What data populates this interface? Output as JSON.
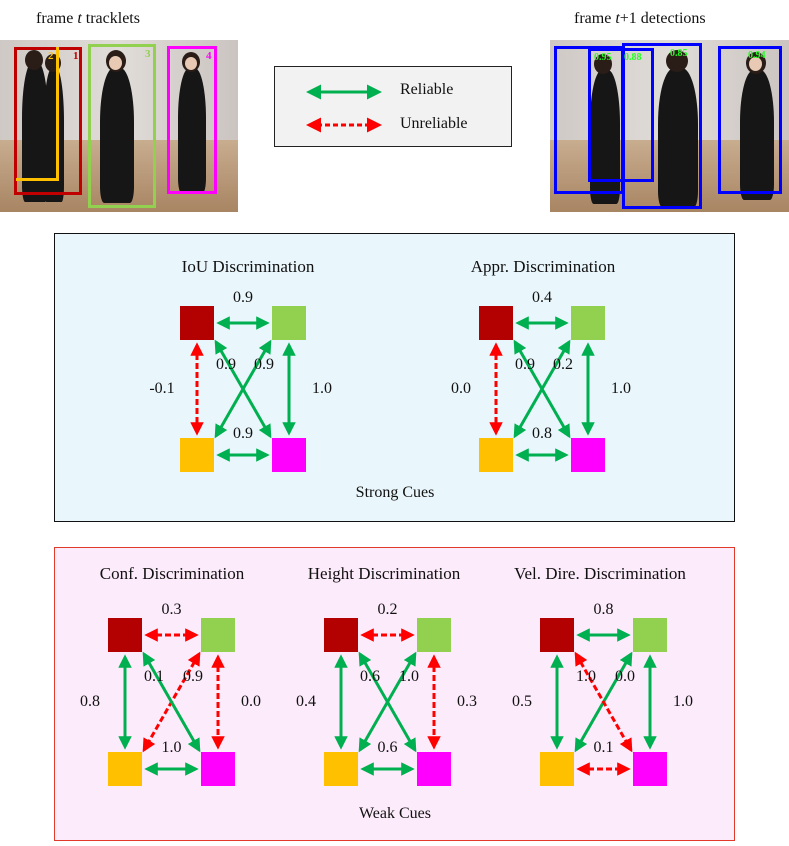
{
  "captions": {
    "left_prefix": "frame",
    "left_var": "t",
    "left_suffix": "tracklets",
    "right_prefix": "frame",
    "right_var": "t",
    "right_suffix": "+1 detections"
  },
  "tracklet_ids": [
    "1",
    "2",
    "3",
    "4"
  ],
  "detection_scores": [
    "0.95",
    "0.88",
    "0.85",
    "0.94"
  ],
  "legend": {
    "reliable": "Reliable",
    "unreliable": "Unreliable"
  },
  "colors": {
    "node_red": "#b30000",
    "node_green": "#92d050",
    "node_orange": "#ffc000",
    "node_magenta": "#ff00ff",
    "reliable": "#00b050",
    "unreliable": "#ff0000",
    "detection_box": "#0000ff"
  },
  "panels": {
    "strong_label": "Strong Cues",
    "weak_label": "Weak Cues"
  },
  "graphs": [
    {
      "title": "IoU Discrimination",
      "edges": {
        "top": "0.9",
        "left": "-0.1",
        "right": "1.0",
        "bottom": "0.9",
        "diag_tl": "0.9",
        "diag_tr": "0.9"
      },
      "styles": {
        "top": "reliable",
        "left": "unreliable",
        "right": "reliable",
        "bottom": "reliable",
        "diag_a": "reliable",
        "diag_b": "reliable"
      }
    },
    {
      "title": "Appr. Discrimination",
      "edges": {
        "top": "0.4",
        "left": "0.0",
        "right": "1.0",
        "bottom": "0.8",
        "diag_tl": "0.9",
        "diag_tr": "0.2"
      },
      "styles": {
        "top": "reliable",
        "left": "unreliable",
        "right": "reliable",
        "bottom": "reliable",
        "diag_a": "reliable",
        "diag_b": "reliable"
      }
    },
    {
      "title": "Conf. Discrimination",
      "edges": {
        "top": "0.3",
        "left": "0.8",
        "right": "0.0",
        "bottom": "1.0",
        "diag_tl": "0.1",
        "diag_tr": "0.9"
      },
      "styles": {
        "top": "unreliable",
        "left": "reliable",
        "right": "unreliable",
        "bottom": "reliable",
        "diag_a": "unreliable",
        "diag_b": "reliable"
      }
    },
    {
      "title": "Height Discrimination",
      "edges": {
        "top": "0.2",
        "left": "0.4",
        "right": "0.3",
        "bottom": "0.6",
        "diag_tl": "0.6",
        "diag_tr": "1.0"
      },
      "styles": {
        "top": "unreliable",
        "left": "reliable",
        "right": "unreliable",
        "bottom": "reliable",
        "diag_a": "reliable",
        "diag_b": "reliable"
      }
    },
    {
      "title": "Vel. Dire. Discrimination",
      "edges": {
        "top": "0.8",
        "left": "0.5",
        "right": "1.0",
        "bottom": "0.1",
        "diag_tl": "1.0",
        "diag_tr": "0.0"
      },
      "styles": {
        "top": "reliable",
        "left": "reliable",
        "right": "reliable",
        "bottom": "unreliable",
        "diag_a": "reliable",
        "diag_b": "unreliable"
      }
    }
  ]
}
